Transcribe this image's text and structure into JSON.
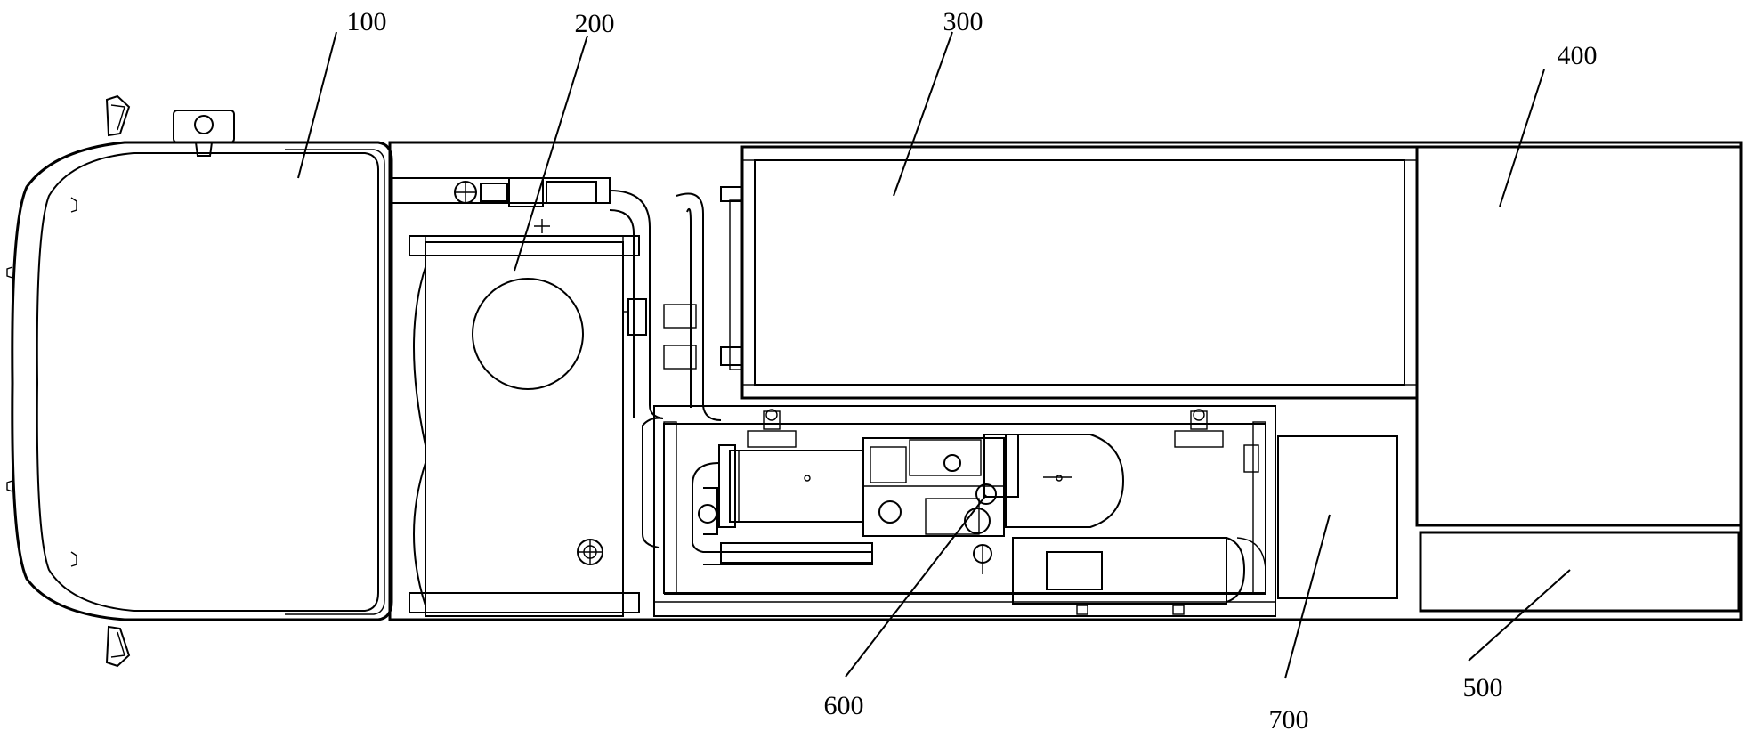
{
  "labels": {
    "r100": "100",
    "r200": "200",
    "r300": "300",
    "r400": "400",
    "r500": "500",
    "r600": "600",
    "r700": "700"
  }
}
